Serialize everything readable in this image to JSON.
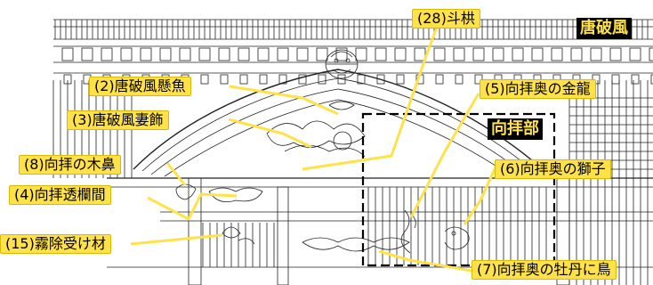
{
  "labels": {
    "masugumi": "(28)斗栱",
    "karahafu_gegyo": "(2)唐破風懸魚",
    "karahafu_tsuma": "(3)唐破風妻飾",
    "kohai_kibana": "(8)向拝の木鼻",
    "kohai_ranma": "(4)向拝透欄間",
    "kiri_uke": "(15)霧除受け材",
    "kohai_ryu": "(5)向拝奥の金龍",
    "kohai_shishi": "(6)向拝奥の獅子",
    "kohai_botan": "(7)向拝奥の牡丹に鳥"
  },
  "headings": {
    "karahafu": "唐破風",
    "kohaibu": "向拝部"
  },
  "colors": {
    "label_fill": "#ffe24a",
    "leader": "#ffe24a",
    "line_art": "#222222",
    "heading_bg": "#000000",
    "heading_text": "#ffe24a"
  }
}
